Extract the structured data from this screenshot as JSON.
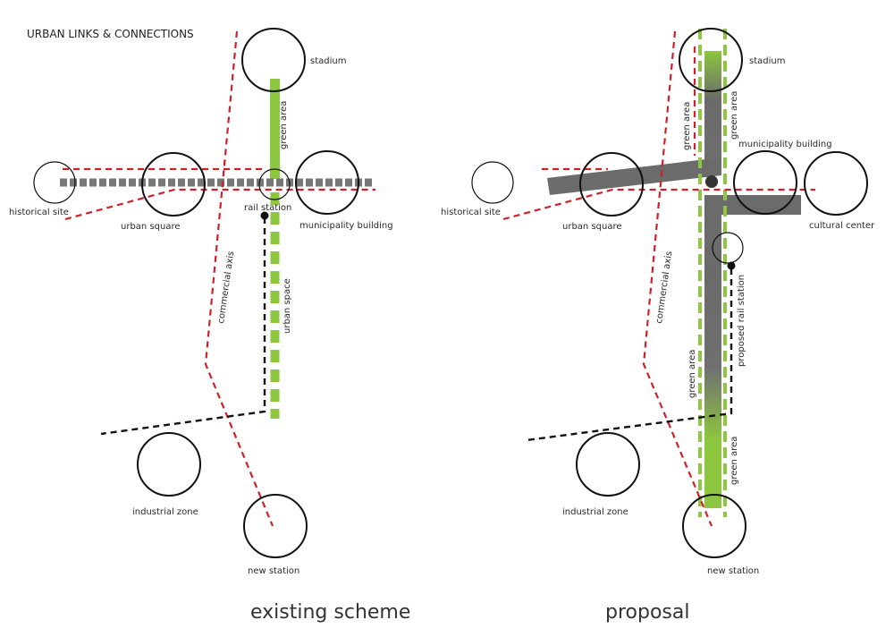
{
  "title": "URBAN LINKS & CONNECTIONS",
  "legend_colors": {
    "commercial_axis": "#d0202a",
    "green_area": "#8dc63f",
    "urban_connection": "#6b6b6b",
    "rail_link": "#111111"
  },
  "existing": {
    "caption": "existing scheme",
    "labels": {
      "stadium": "stadium",
      "green_area": "green area",
      "historical_site": "historical site",
      "urban_square": "urban square",
      "rail_station": "rail station",
      "municipality_building": "municipality building",
      "commercial_axis": "commercial axis",
      "urban_space": "urban space",
      "industrial_zone": "industrial zone",
      "new_station": "new station"
    }
  },
  "proposal": {
    "caption": "proposal",
    "labels": {
      "stadium": "stadium",
      "green_area_left": "green area",
      "green_area_right": "green area",
      "municipality_building": "municipality building",
      "historical_site": "historical site",
      "urban_square": "urban square",
      "cultural_center": "cultural center",
      "commercial_axis": "commercial axis",
      "proposed_rail_station": "proposed rail station",
      "green_area_lower_left": "green area",
      "green_area_lower_right": "green area",
      "industrial_zone": "industrial zone",
      "new_station": "new station"
    }
  }
}
